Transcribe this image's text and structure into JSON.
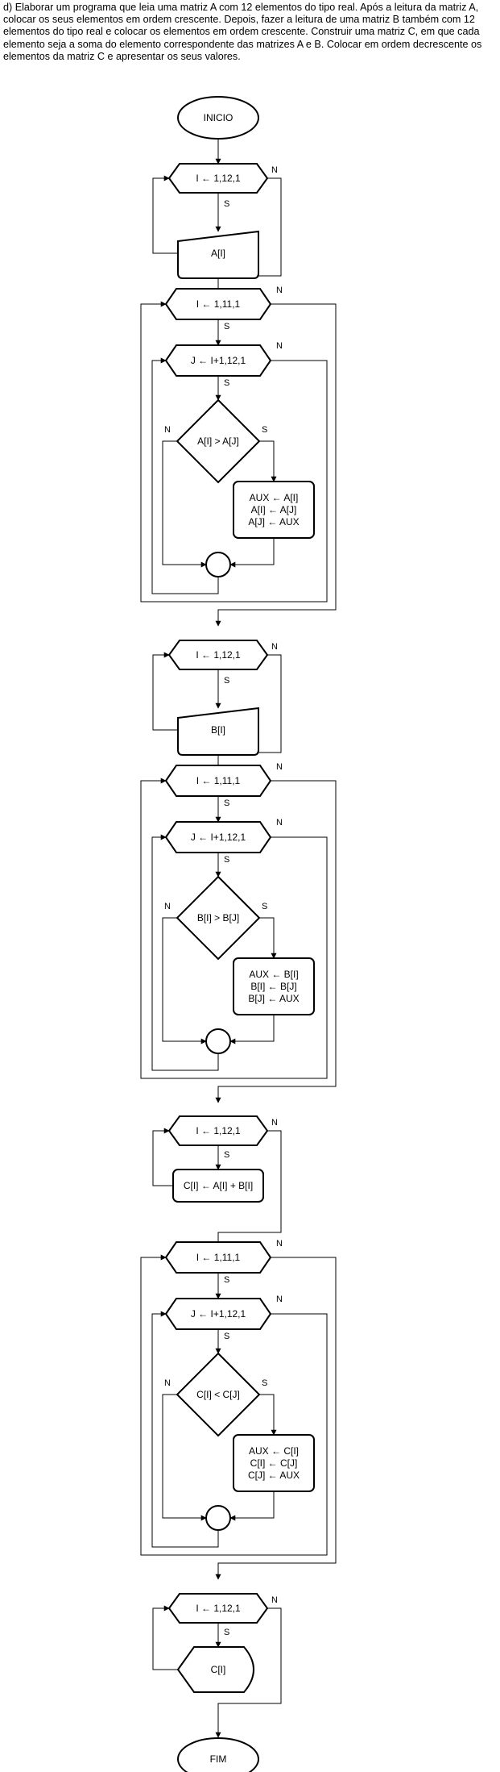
{
  "problem_statement": "d) Elaborar um programa que leia uma matriz A com 12 elementos do tipo real. Após a leitura da matriz A, colocar os seus elementos em ordem crescente. Depois, fazer a leitura de uma matriz B também com 12 elementos do tipo real e colocar os elementos em ordem crescente. Construir uma matriz C, em que cada elemento seja a soma do elemento correspondente das matrizes A e B. Colocar em ordem decrescente os elementos da matriz C e apresentar os seus valores.",
  "flowchart": {
    "start_label": "INICIO",
    "end_label": "FIM",
    "branch_yes": "S",
    "branch_no": "N",
    "read_a": {
      "loop_label": "I ← 1,12,1",
      "input_label": "A[I]"
    },
    "sort_a": {
      "outer_loop_label": "I ← 1,11,1",
      "inner_loop_label": "J ← I+1,12,1",
      "condition_label": "A[I] > A[J]",
      "swap_lines": [
        "AUX ← A[I]",
        "A[I] ← A[J]",
        "A[J] ← AUX"
      ]
    },
    "read_b": {
      "loop_label": "I ← 1,12,1",
      "input_label": "B[I]"
    },
    "sort_b": {
      "outer_loop_label": "I ← 1,11,1",
      "inner_loop_label": "J ← I+1,12,1",
      "condition_label": "B[I] > B[J]",
      "swap_lines": [
        "AUX ← B[I]",
        "B[I] ← B[J]",
        "B[J] ← AUX"
      ]
    },
    "sum_c": {
      "loop_label": "I ← 1,12,1",
      "process_label": "C[I] ← A[I] + B[I]"
    },
    "sort_c": {
      "outer_loop_label": "I ← 1,11,1",
      "inner_loop_label": "J ← I+1,12,1",
      "condition_label": "C[I] < C[J]",
      "swap_lines": [
        "AUX ← C[I]",
        "C[I] ← C[J]",
        "C[J] ← AUX"
      ]
    },
    "output_c": {
      "loop_label": "I ← 1,12,1",
      "display_label": "C[I]"
    }
  }
}
